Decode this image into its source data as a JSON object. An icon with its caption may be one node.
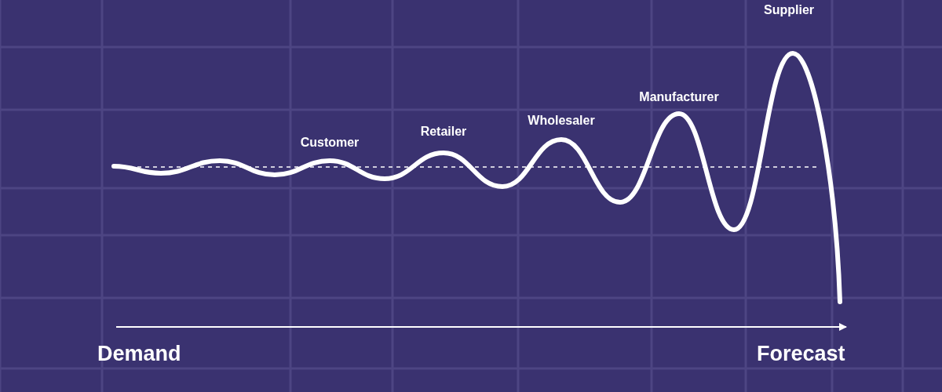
{
  "diagram": {
    "labels": [
      "Supplier",
      "Manufacturer",
      "Wholesaler",
      "Retailer",
      "Customer",
      "Demand",
      "Forecast"
    ]
  }
}
